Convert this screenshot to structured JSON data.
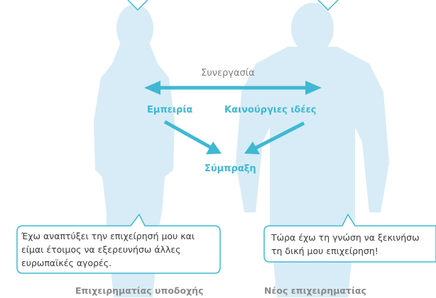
{
  "diagram": {
    "top_label": "Συνεργασία",
    "left_label": "Εμπειρία",
    "right_label": "Καινούργιες ιδέες",
    "center_label": "Σύμπραξη"
  },
  "bubble_left": {
    "lines": [
      "Έχω αναπτύξει την επιχείρησή μου και",
      "είμαι έτοιμος να εξερευνήσω άλλες",
      "ευρωπαϊκές αγορές."
    ]
  },
  "bubble_right": {
    "lines": [
      "Τώρα έχω τη γνώση να ξεκινήσω",
      "τη δική μου επιχείρηση!"
    ]
  },
  "captions": {
    "left": "Επιχειρηματίας υποδοχής",
    "right": "Νέος επιχειρηματίας"
  },
  "colors": {
    "accent": "#3fb8d4",
    "silhouette": "#d7ecf6",
    "bubble_border": "#3fb8d4"
  }
}
